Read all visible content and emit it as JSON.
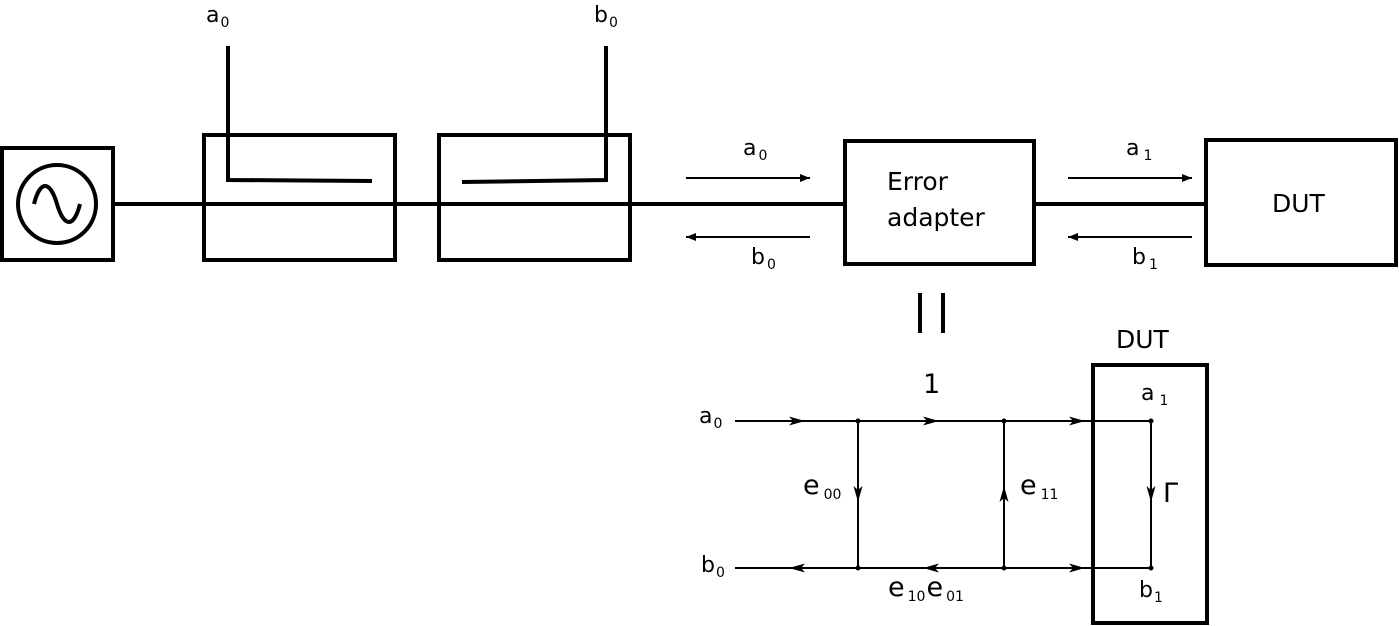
{
  "top": {
    "coupler_port_1": {
      "main": "a",
      "sub": "0"
    },
    "coupler_port_2": {
      "main": "b",
      "sub": "0"
    },
    "wave_in": {
      "main": "a",
      "sub": "0"
    },
    "wave_out": {
      "main": "b",
      "sub": "0"
    },
    "error_adapter_line1": "Error",
    "error_adapter_line2": "adapter",
    "dut_wave_in": {
      "main": "a",
      "sub": "1"
    },
    "dut_wave_out": {
      "main": "b",
      "sub": "1"
    },
    "dut_label": "DUT"
  },
  "flow_graph": {
    "dut_title": "DUT",
    "forward_gain": "1",
    "node_a0": {
      "main": "a",
      "sub": "0"
    },
    "node_b0": {
      "main": "b",
      "sub": "0"
    },
    "node_a1": {
      "main": "a",
      "sub": "1"
    },
    "node_b1": {
      "main": "b",
      "sub": "1"
    },
    "e00": {
      "main": "e",
      "sub": "00"
    },
    "e11": {
      "main": "e",
      "sub": "11"
    },
    "e10": {
      "main": "e",
      "sub": "10"
    },
    "e01": {
      "main": "e",
      "sub": "01"
    },
    "gamma": "Γ"
  }
}
